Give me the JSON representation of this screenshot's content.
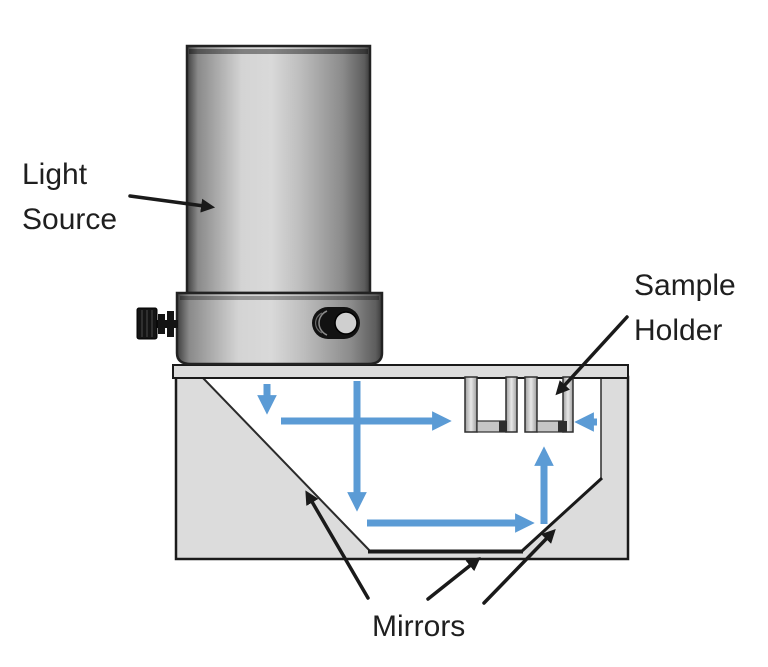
{
  "figure": {
    "type": "optical-setup-diagram",
    "labels": {
      "light_source": {
        "line1": "Light",
        "line2": "Source"
      },
      "sample_holder": {
        "line1": "Sample",
        "line2": "Holder"
      },
      "mirrors": "Mirrors"
    },
    "colors": {
      "beam": "#5b9bd5",
      "body_gray": "#dcdcdc",
      "outline": "#1a1a1a",
      "label_text": "#1f1f1f",
      "background": "#ffffff"
    }
  }
}
